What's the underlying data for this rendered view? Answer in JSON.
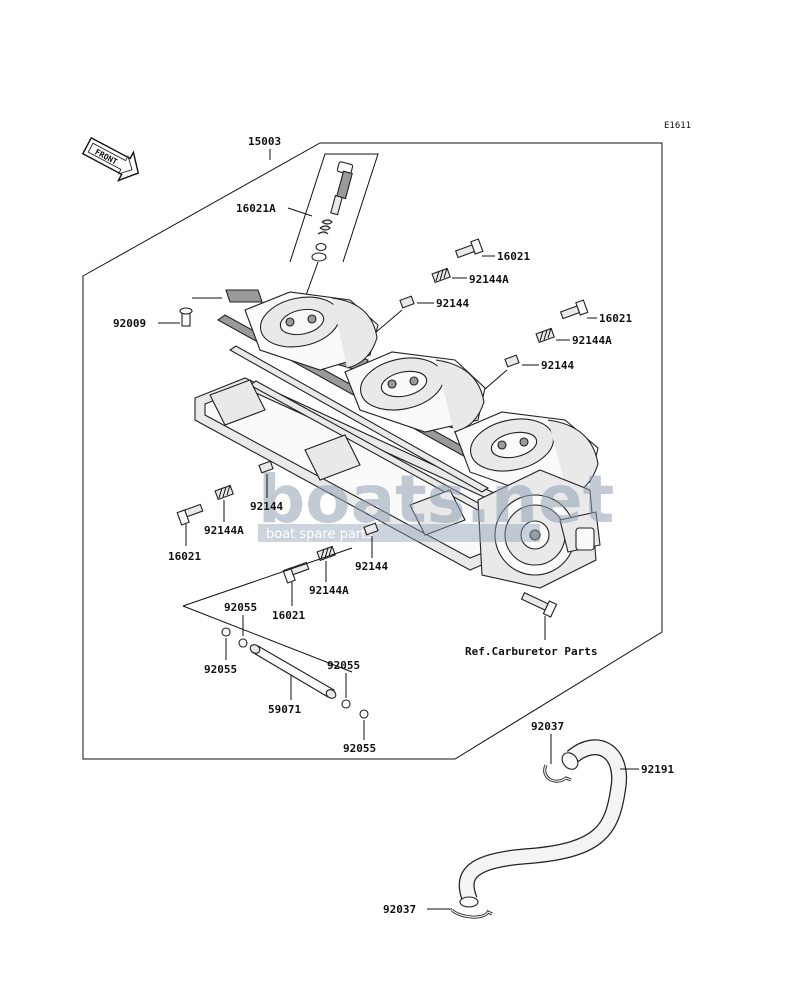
{
  "diagram_id": "E1611",
  "front_label": "FRONT",
  "reference_note": "Ref.Carburetor Parts",
  "watermark": {
    "brand": "boats.net",
    "tagline": "boat spare parts"
  },
  "callouts": [
    "15003",
    "16021A",
    "16021",
    "92144A",
    "92144",
    "16021",
    "92144A",
    "92144",
    "92009",
    "92144",
    "16021",
    "92144A",
    "92144",
    "16021",
    "92144A",
    "92055",
    "92055",
    "92055",
    "92055",
    "59071",
    "92037",
    "92191",
    "92037"
  ]
}
